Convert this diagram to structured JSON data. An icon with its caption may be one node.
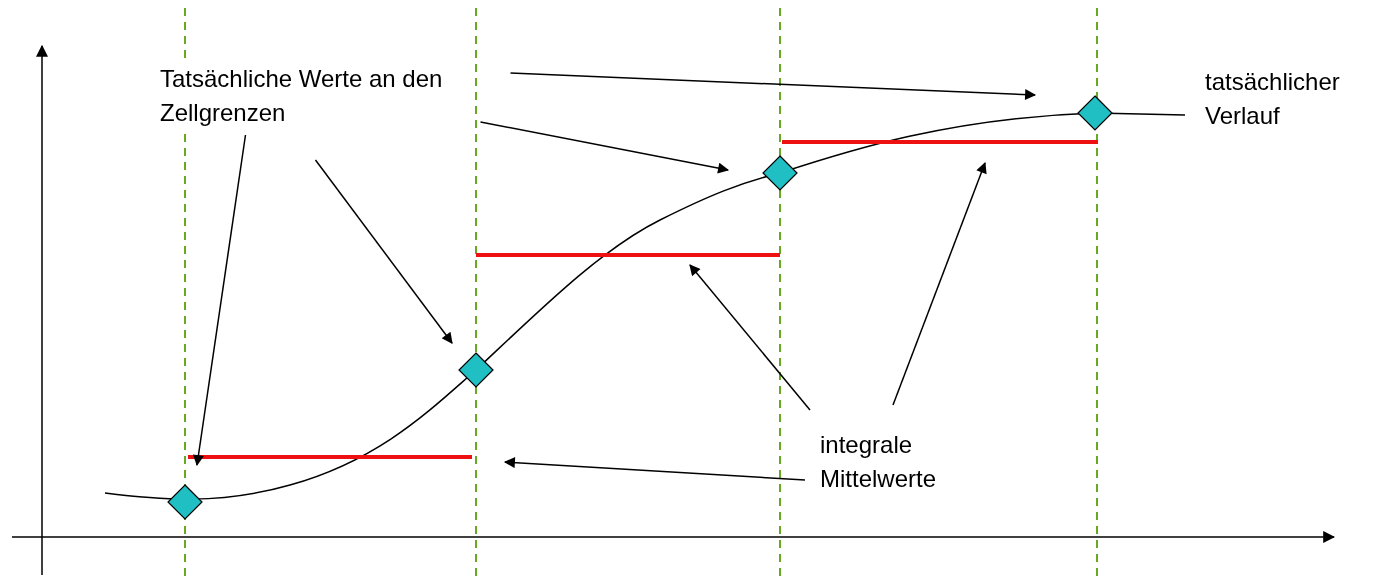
{
  "diagram": {
    "nodes": [
      {
        "text": [
          "Tatsächliche Werte an den Zellgrenzen"
        ]
      },
      {
        "text": [
          "integrale Mittelwerte"
        ]
      },
      {
        "text": [],
        "shape": "diamond"
      },
      {
        "text": [],
        "shape": "diamond"
      },
      {
        "text": [],
        "shape": "diamond"
      },
      {
        "text": [],
        "shape": "diamond"
      },
      {
        "text": [],
        "shape": "bar"
      },
      {
        "text": [],
        "shape": "bar"
      },
      {
        "text": [],
        "shape": "bar"
      }
    ],
    "edges": [
      {
        "from": 0,
        "to": 5,
        "arrow": "to"
      },
      {
        "from": 0,
        "to": 4,
        "arrow": "to"
      },
      {
        "from": 0,
        "to": 3,
        "arrow": "to"
      },
      {
        "from": 0,
        "to": 2,
        "arrow": "to"
      },
      {
        "from": 1,
        "to": 6,
        "arrow": "to"
      },
      {
        "from": 1,
        "to": 7,
        "arrow": "to"
      },
      {
        "from": 1,
        "to": 8,
        "arrow": "to"
      }
    ],
    "labels": [
      "tatsächlicher Verlauf"
    ]
  }
}
